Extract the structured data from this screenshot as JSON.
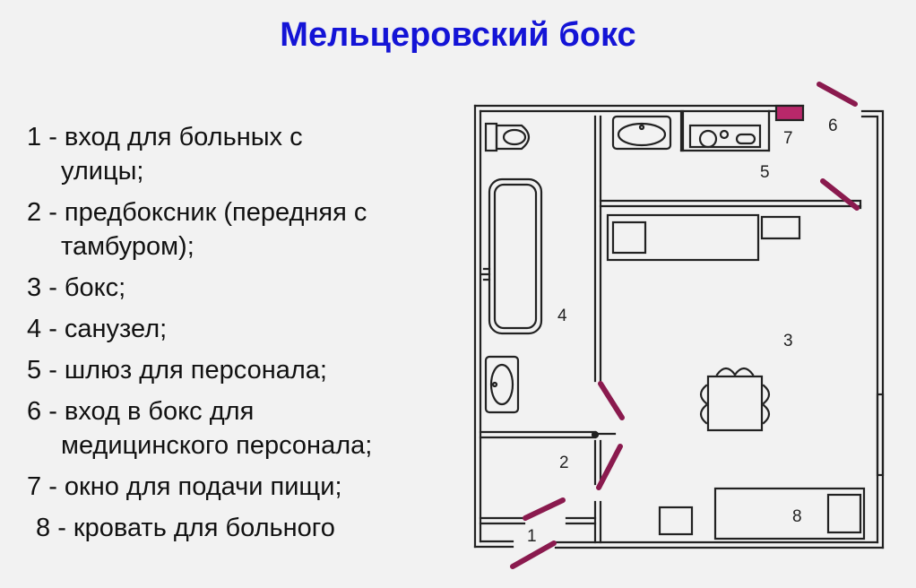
{
  "title": "Мельцеровский бокс",
  "legend": [
    {
      "num": "1",
      "text": "- вход для больных с",
      "cont": "улицы;"
    },
    {
      "num": "2",
      "text": "- предбоксник (передняя с",
      "cont": "тамбуром);"
    },
    {
      "num": "3",
      "text": "- бокс;",
      "cont": ""
    },
    {
      "num": "4",
      "text": "- санузел;",
      "cont": ""
    },
    {
      "num": "5",
      "text": "- шлюз для персонала;",
      "cont": ""
    },
    {
      "num": "6",
      "text": "- вход в бокс для",
      "cont": "медицинского персонала;"
    },
    {
      "num": "7",
      "text": "- окно для подачи пищи;",
      "cont": ""
    },
    {
      "num": "8",
      "text": "- кровать для больного",
      "cont": ""
    }
  ],
  "plan_labels": {
    "r1": "1",
    "r2": "2",
    "r3": "3",
    "r4": "4",
    "r5": "5",
    "r6": "6",
    "r7": "7",
    "r8": "8"
  },
  "colors": {
    "title": "#1414d6",
    "door": "#8a1a4e",
    "wall": "#222222",
    "window": "#b8286a"
  }
}
